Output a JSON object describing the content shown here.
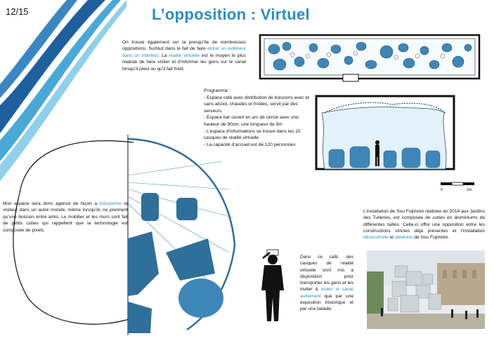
{
  "page_number": "12/15",
  "title": "L’opposition : Virtuel",
  "intro": {
    "p1": "On trouve également sur la presqu’île de nombreuses oppositions. Surtout dans le fait de faire ",
    "h1": "entrer un extérieur dans un intérieur",
    "p2": ". La ",
    "h2": "réalité virtuelle",
    "p3": " est le moyen le plus réaliste de faire visiter et d’informer les gens sur le canal lorsqu’il pleut ou qu’il fait froid."
  },
  "programme": {
    "heading": "Programme :",
    "items": [
      " - Espace café avec distribution de boissons avec et sans alcool, chaudes et froides, servit par des serveurs",
      " - Espace bar ouvert en arc de cercle avec une hauteur de 90cm, une longueur de 5m",
      " - L’espace d’informations se trouve dans les 10 casques de réalité virtuelle",
      " - La capacité d’accueil est de 120 personnes"
    ]
  },
  "left_text": {
    "p1": "Mon espace sera donc agencé de façon a ",
    "h1": "transporter",
    "p2": " le visiteur dans un autre monde, même lorsqu’ils ne prennent qu’une boisson entre amis. Le mobilier et les murs sont fait de petits cubes qui rappellent que la technologie est composée de pixels."
  },
  "cafe_text": {
    "p1": "Dans ce café, des casques de réalité virtuelle sont mis à disposition pour transporter les gens et les inviter à ",
    "h1": "visiter le canal autrement",
    "p2": " que par une exposition historique et par une balade."
  },
  "sou_text": {
    "p1": "L’installation de Sou Fujimoto réalisée en 2014 aux Jardins des Tuileries, est composée de cubes en aluminiums de différentes tailles. Celle-ci offre une opposition entre les constructions strictes déjà présentes et l’installation ",
    "h1": "déconstruite",
    "p2": " et ",
    "h2": "aléatoire",
    "p3": " de Sou Fujimoto."
  },
  "scale": {
    "zero": "0",
    "end": "2m"
  },
  "colors": {
    "accent": "#2a8fbf",
    "wave_dark": "#1f5f9e",
    "wave_light": "#8fd0ea",
    "drawing_blue": "#2f6f9a"
  }
}
